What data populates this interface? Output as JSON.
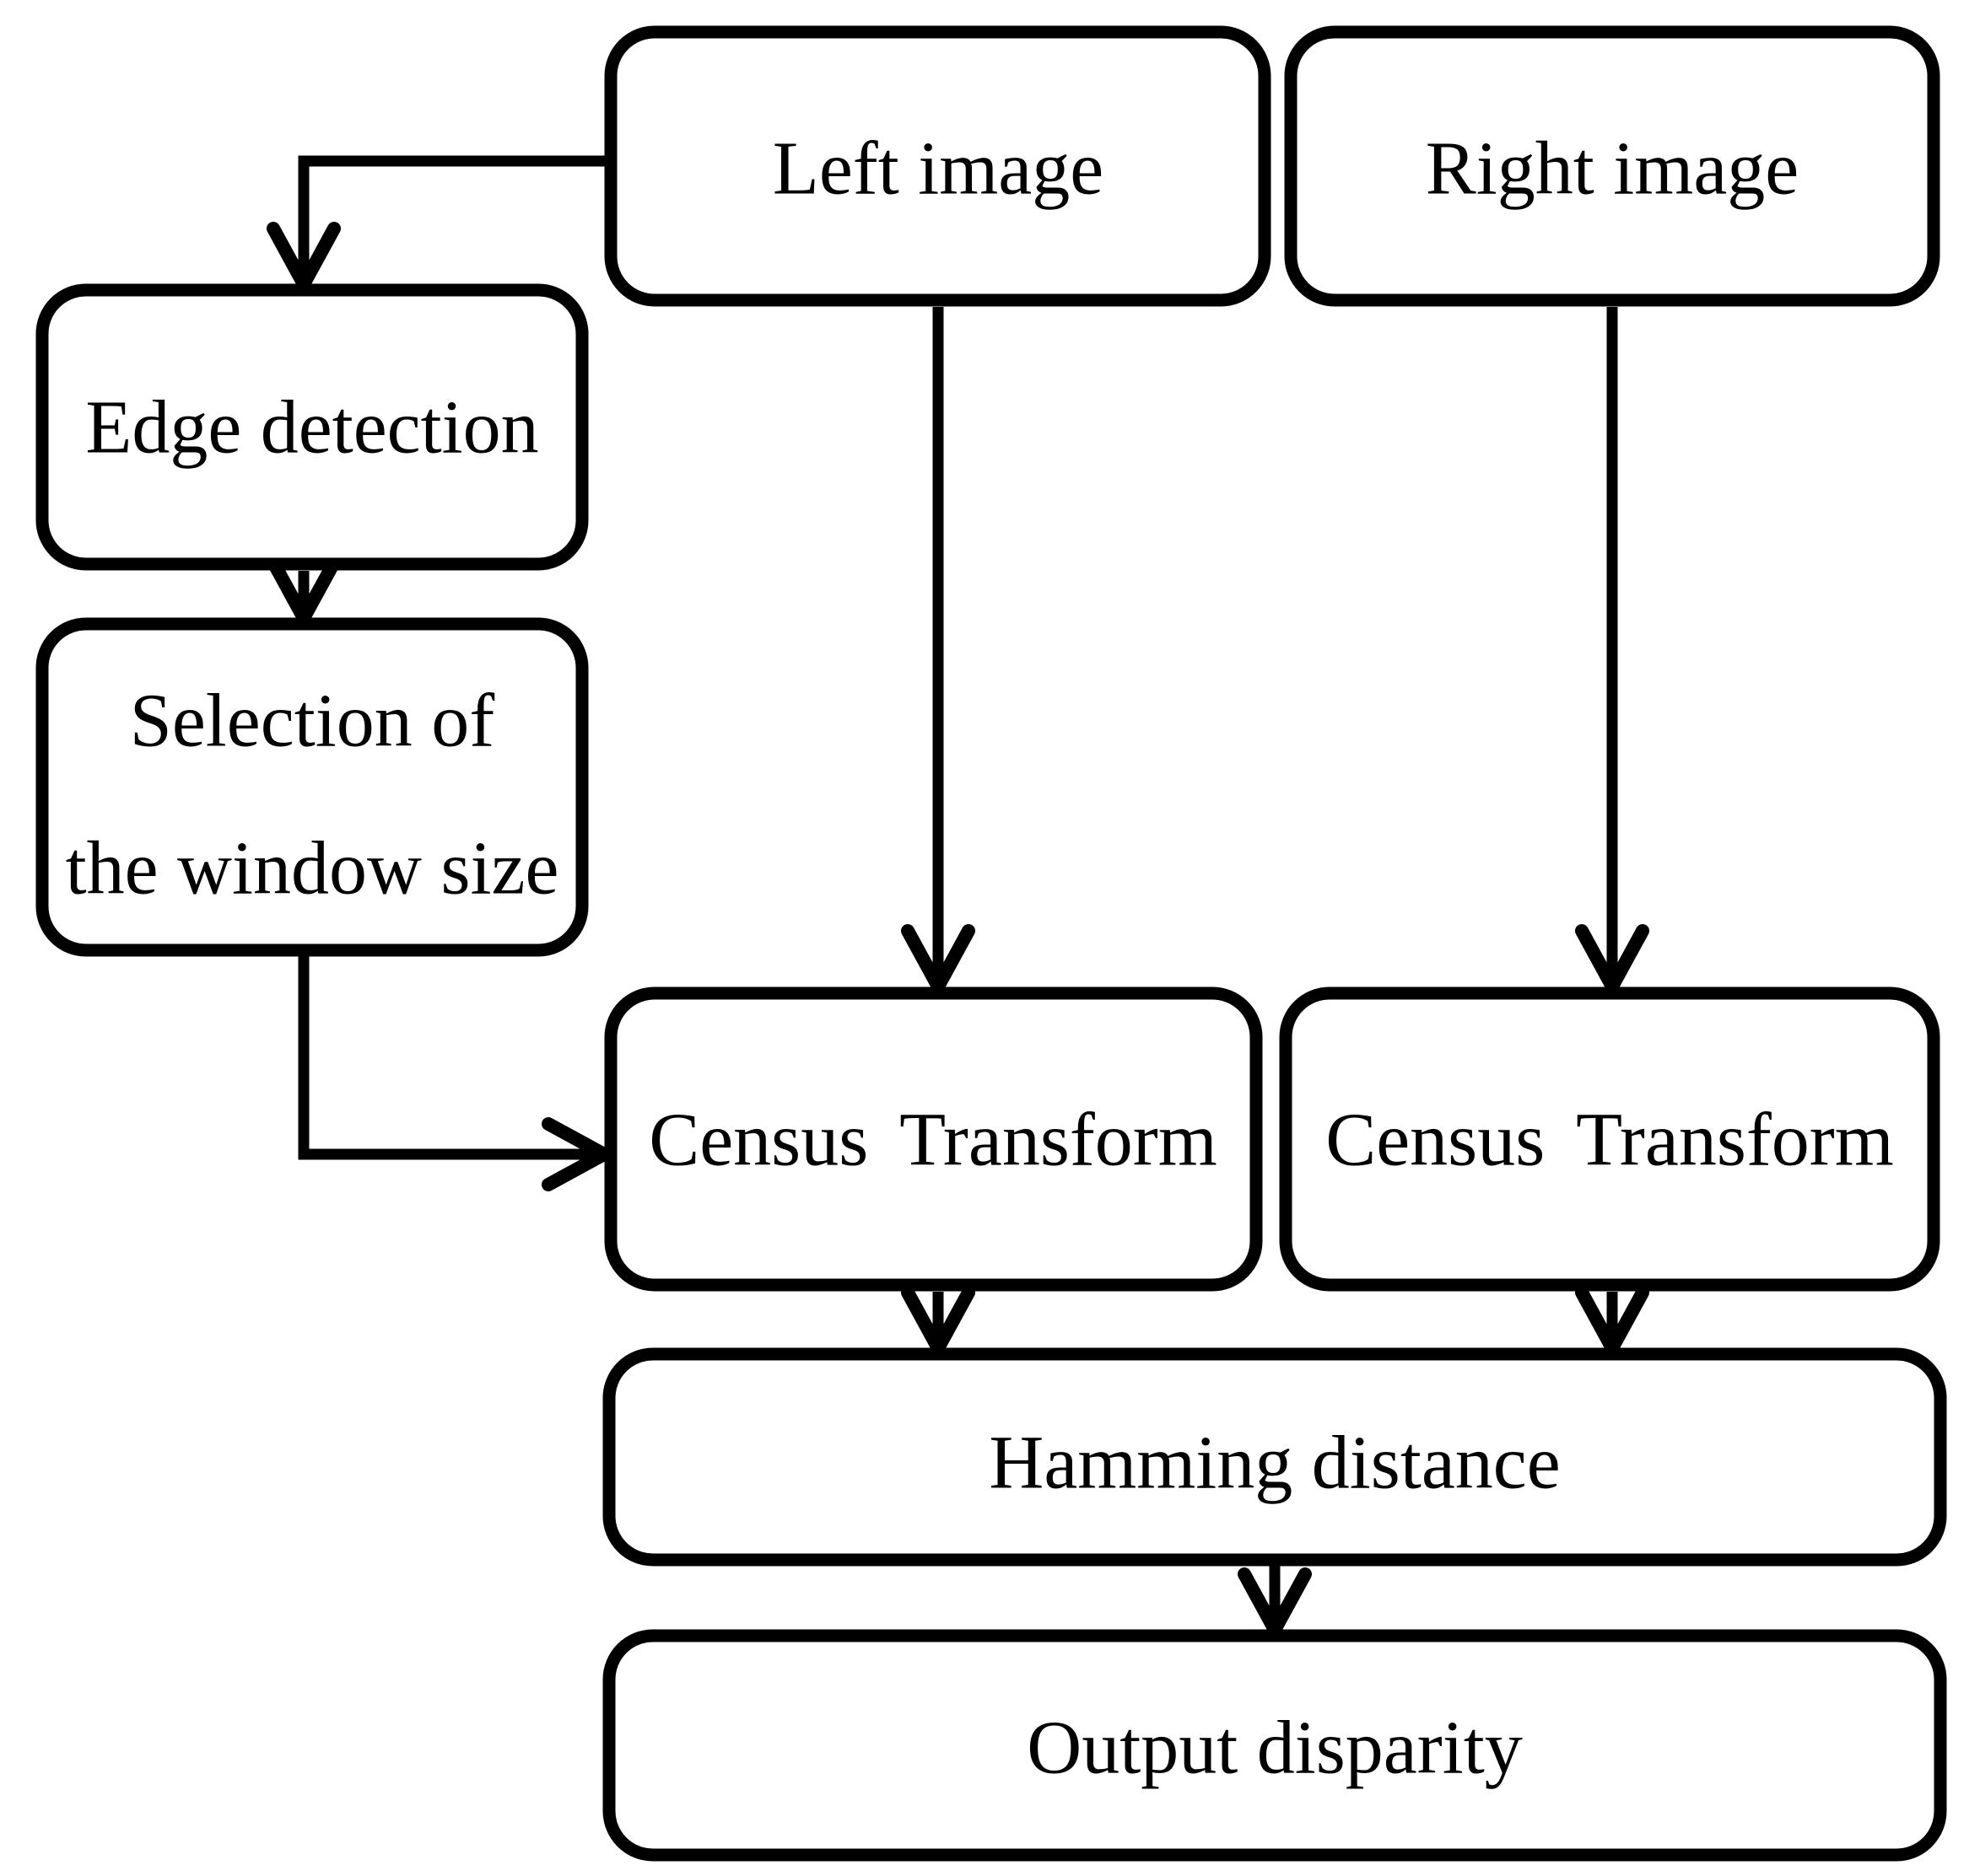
{
  "diagram": {
    "type": "flowchart",
    "colors": {
      "background": "#ffffff",
      "box_fill": "#ffffff",
      "stroke": "#000000",
      "text": "#000000"
    },
    "nodes": {
      "left_image": {
        "label": "Left image"
      },
      "right_image": {
        "label": "Right image"
      },
      "edge_detection": {
        "label": "Edge detection"
      },
      "window_selection": {
        "line1": "Selection of",
        "line2": "the window size"
      },
      "census_left": {
        "label": "Census Transform"
      },
      "census_right": {
        "label": "Census Transform"
      },
      "hamming": {
        "label": "Hamming distance"
      },
      "output": {
        "label": "Output disparity"
      }
    },
    "edges": [
      {
        "from": "left_image",
        "to": "edge_detection"
      },
      {
        "from": "edge_detection",
        "to": "window_selection"
      },
      {
        "from": "window_selection",
        "to": "census_left"
      },
      {
        "from": "left_image",
        "to": "census_left"
      },
      {
        "from": "right_image",
        "to": "census_right"
      },
      {
        "from": "census_left",
        "to": "hamming"
      },
      {
        "from": "census_right",
        "to": "hamming"
      },
      {
        "from": "hamming",
        "to": "output"
      }
    ]
  }
}
